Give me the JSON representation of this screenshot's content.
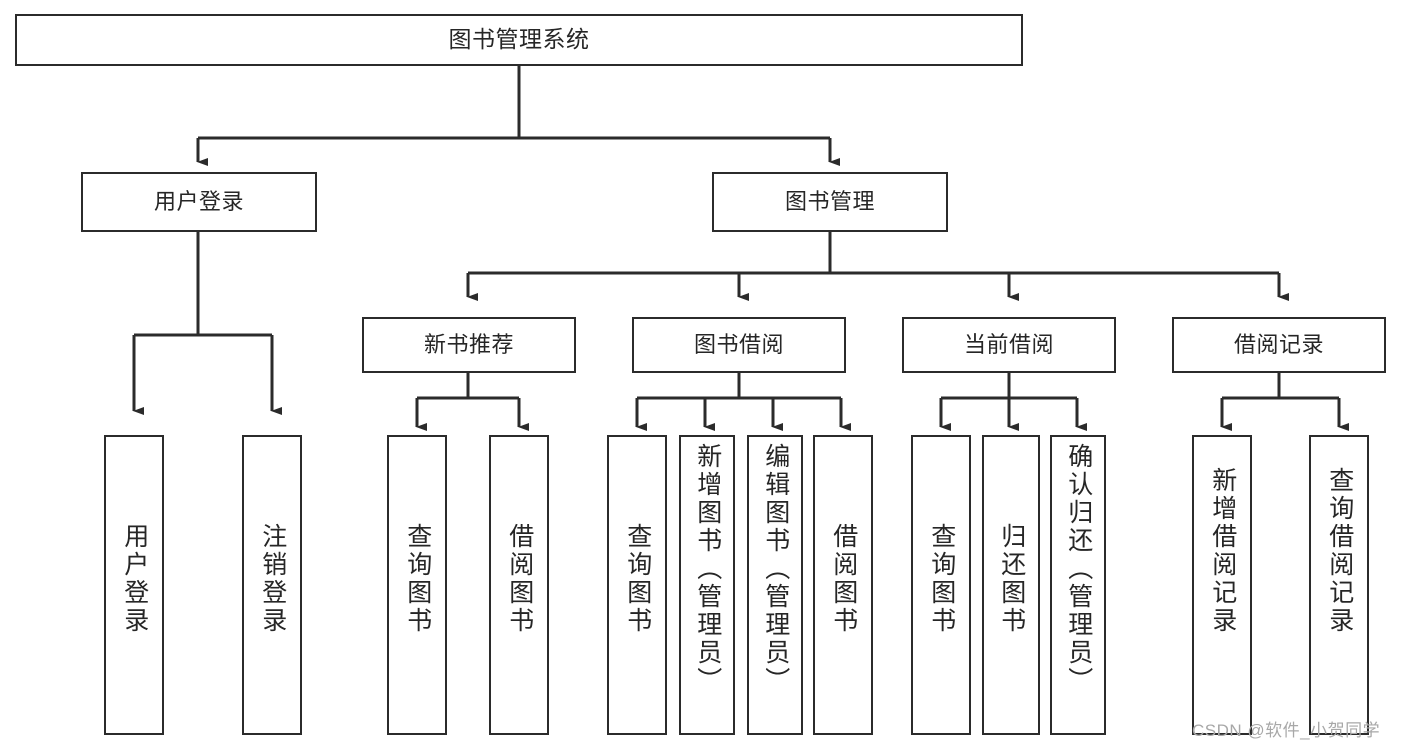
{
  "diagram": {
    "title": "图书管理系统",
    "type": "function-structure-tree",
    "stroke_color": "#2b2b2b",
    "text_color": "#262626",
    "background_color": "#ffffff",
    "nodes": {
      "root": {
        "label": "图书管理系统"
      },
      "level2": [
        {
          "label": "用户登录"
        },
        {
          "label": "图书管理"
        }
      ],
      "level3": [
        {
          "label": "新书推荐"
        },
        {
          "label": "图书借阅"
        },
        {
          "label": "当前借阅"
        },
        {
          "label": "借阅记录"
        }
      ],
      "leaves": {
        "user_login": [
          {
            "label": "用户登录"
          },
          {
            "label": "注销登录"
          }
        ],
        "new_book_recommend": [
          {
            "label": "查询图书"
          },
          {
            "label": "借阅图书"
          }
        ],
        "book_borrow": [
          {
            "label": "查询图书"
          },
          {
            "label": "新增图书（管理员）"
          },
          {
            "label": "编辑图书（管理员）"
          },
          {
            "label": "借阅图书"
          }
        ],
        "current_borrow": [
          {
            "label": "查询图书"
          },
          {
            "label": "归还图书"
          },
          {
            "label": "确认归还（管理员）"
          }
        ],
        "borrow_record": [
          {
            "label": "新增借阅记录"
          },
          {
            "label": "查询借阅记录"
          }
        ]
      }
    },
    "watermark": "CSDN @软件_小贺同学"
  }
}
